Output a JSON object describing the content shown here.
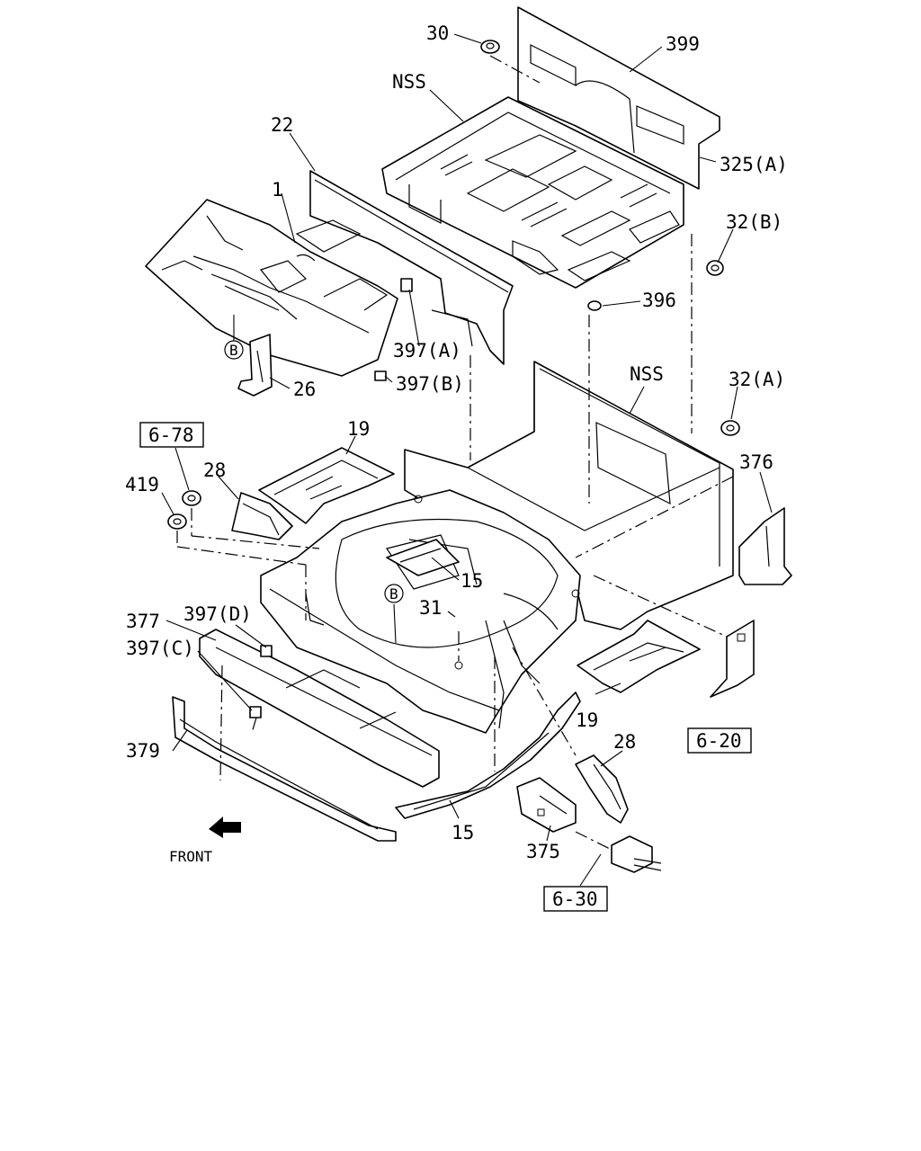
{
  "diagram": {
    "part_labels": {
      "p30": "30",
      "p399": "399",
      "nss_top": "NSS",
      "p22": "22",
      "p325a": "325(A)",
      "p1": "1",
      "p32b": "32(B)",
      "p396": "396",
      "p397a": "397(A)",
      "p397b": "397(B)",
      "p26": "26",
      "nss_floor": "NSS",
      "p32a": "32(A)",
      "p19_top": "19",
      "p28_left": "28",
      "p419": "419",
      "p376": "376",
      "p15_upper": "15",
      "p31": "31",
      "p377": "377",
      "p397d": "397(D)",
      "p397c": "397(C)",
      "p19_right": "19",
      "p28_right": "28",
      "p379": "379",
      "p15_lower": "15",
      "p375": "375"
    },
    "ref_boxes": {
      "r678": "6-78",
      "r620": "6-20",
      "r630": "6-30"
    },
    "circle_markers": {
      "b_left": "B",
      "b_center": "B"
    },
    "front_label": "FRONT"
  }
}
